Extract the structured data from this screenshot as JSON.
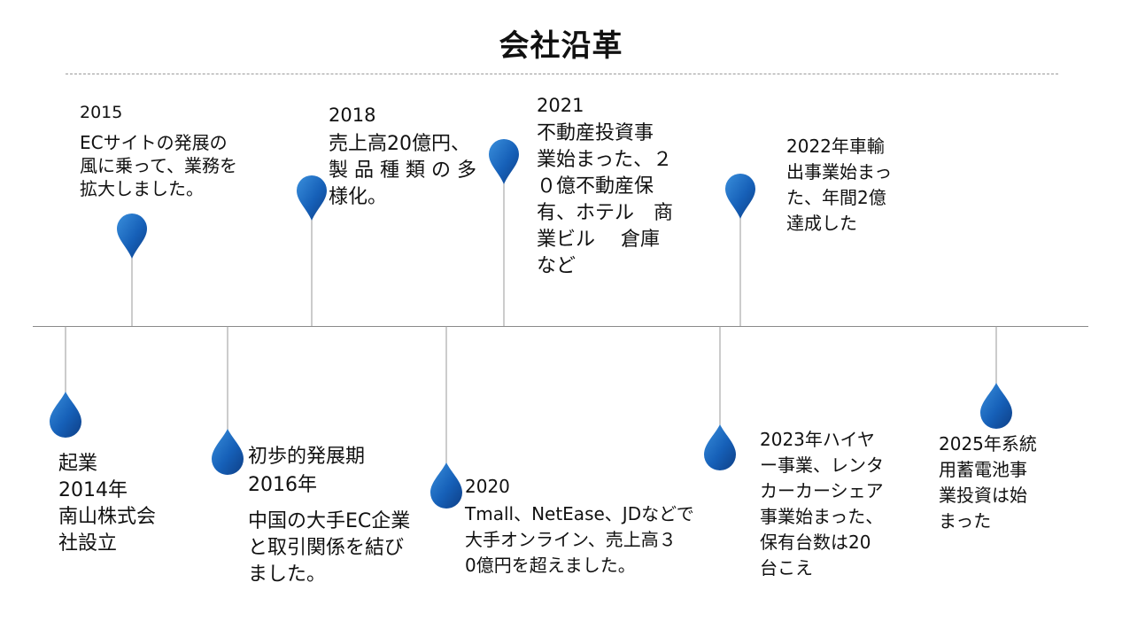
{
  "title": "会社沿革",
  "colors": {
    "drop_dark": "#0e3f86",
    "drop_mid": "#1660b8",
    "drop_light": "#3a8fdc",
    "axis": "#8a8a8a",
    "stem": "#9a9a9a"
  },
  "events": [
    {
      "id": "e2014",
      "text": "起業\n2014年\n南山株式会\n社設立"
    },
    {
      "id": "e2015",
      "year": "2015",
      "desc": "ECサイトの発展の\n風に乗って、業務を\n拡大しました。"
    },
    {
      "id": "e2016",
      "year": "初歩的発展期\n2016年",
      "desc": "中国の大手EC企業\nと取引関係を結び\nました。"
    },
    {
      "id": "e2018",
      "year": "2018",
      "desc": "売上高20億円、\n製 品 種 類 の 多\n様化。"
    },
    {
      "id": "e2020",
      "year": "2020",
      "desc": "Tmall、NetEase、JDなどで\n大手オンライン、売上高３\n0億円を超えました。"
    },
    {
      "id": "e2021",
      "year": "2021",
      "desc": "不動産投資事\n業始まった、２\n０億不動産保\n有、ホテル　商\n業ビル　 倉庫\nなど"
    },
    {
      "id": "e2022",
      "desc": "2022年車輸\n出事業始まっ\nた、年間2億\n達成した"
    },
    {
      "id": "e2023",
      "desc": "2023年ハイヤ\nー事業、レンタ\nカーカーシェア\n事業始まった、\n保有台数は20\n台こえ"
    },
    {
      "id": "e2025",
      "desc": "2025年系統\n用蓄電池事\n業投資は始\nまった"
    }
  ]
}
